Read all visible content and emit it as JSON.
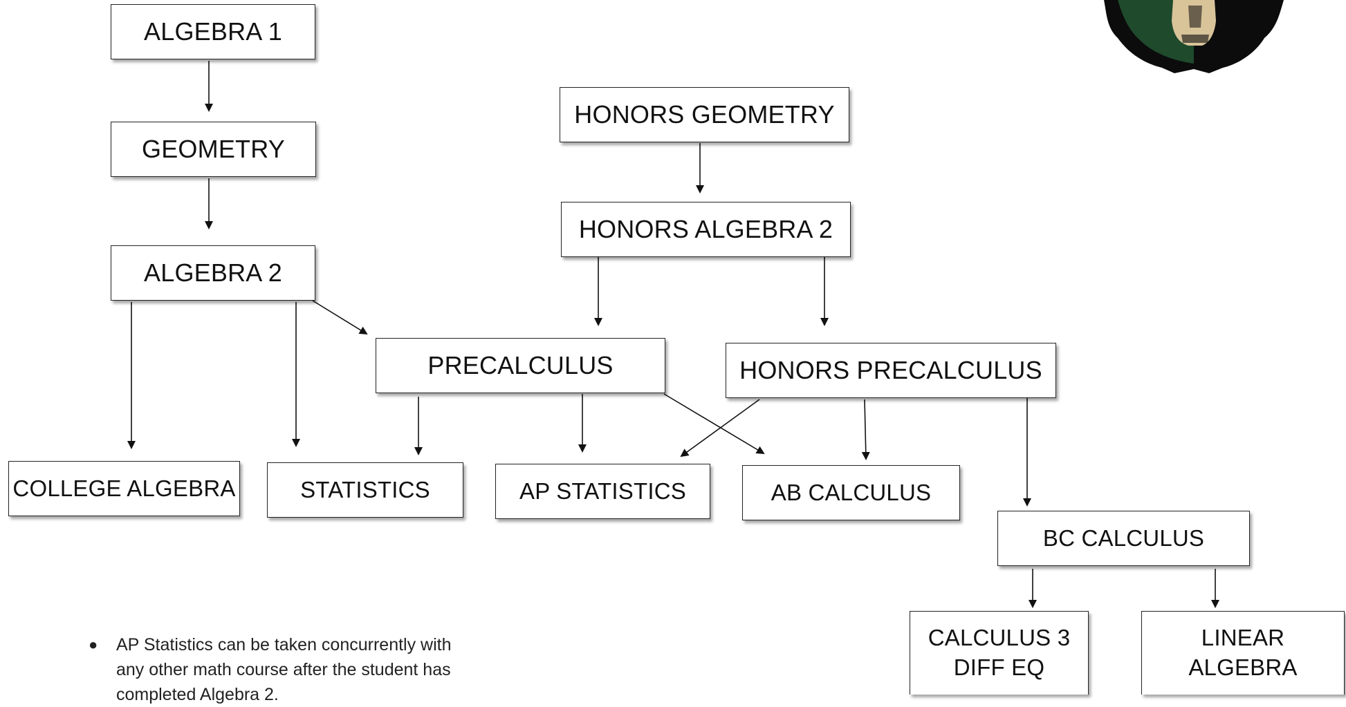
{
  "courses": {
    "algebra1": "ALGEBRA 1",
    "geometry": "GEOMETRY",
    "algebra2": "ALGEBRA 2",
    "honors_geometry": "HONORS GEOMETRY",
    "honors_algebra2": "HONORS ALGEBRA 2",
    "precalculus": "PRECALCULUS",
    "honors_precalculus": "HONORS PRECALCULUS",
    "college_algebra": "COLLEGE ALGEBRA",
    "statistics": "STATISTICS",
    "ap_statistics": "AP STATISTICS",
    "ab_calculus": "AB CALCULUS",
    "bc_calculus": "BC CALCULUS",
    "calculus3_line1": "CALCULUS 3",
    "calculus3_line2": "DIFF EQ",
    "linear_algebra_line1": "LINEAR",
    "linear_algebra_line2": "ALGEBRA"
  },
  "notes": [
    "AP Statistics can be taken concurrently with",
    "any other math course after the student has",
    "completed Algebra 2."
  ],
  "logo": {
    "icon": "bear-mascot-icon",
    "colors": {
      "green": "#1f4a2c",
      "tan": "#d9c49a",
      "black": "#0c0c0c"
    }
  }
}
